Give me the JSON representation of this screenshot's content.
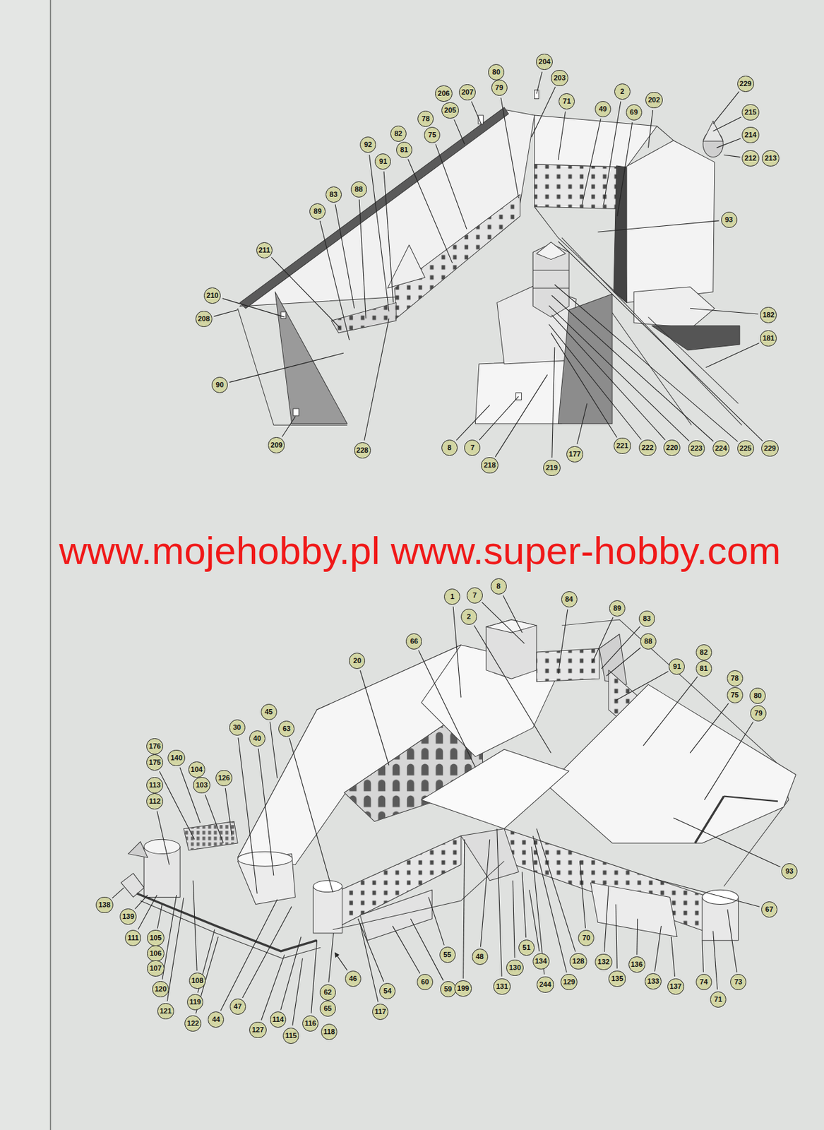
{
  "diagram": {
    "labels": [
      "204",
      "203",
      "80",
      "79",
      "206",
      "207",
      "205",
      "71",
      "2",
      "49",
      "69",
      "202",
      "229",
      "215",
      "214",
      "212",
      "213",
      "78",
      "75",
      "82",
      "81",
      "92",
      "91",
      "88",
      "83",
      "89",
      "211",
      "93",
      "210",
      "208",
      "90",
      "209",
      "228",
      "182",
      "181",
      "8",
      "7",
      "218",
      "219",
      "177",
      "221",
      "222",
      "220",
      "223",
      "224",
      "225",
      "229",
      "www.mojehobby.pl www.super-hobby.com",
      "1",
      "7",
      "8",
      "2",
      "84",
      "89",
      "83",
      "88",
      "91",
      "82",
      "81",
      "78",
      "75",
      "80",
      "79",
      "66",
      "20",
      "45",
      "30",
      "40",
      "63",
      "176",
      "175",
      "140",
      "104",
      "103",
      "126",
      "113",
      "112",
      "138",
      "139",
      "111",
      "105",
      "106",
      "107",
      "120",
      "121",
      "108",
      "119",
      "122",
      "44",
      "47",
      "127",
      "114",
      "115",
      "62",
      "65",
      "116",
      "118",
      "46",
      "117",
      "54",
      "60",
      "59",
      "55",
      "199",
      "48",
      "131",
      "130",
      "51",
      "134",
      "244",
      "129",
      "128",
      "70",
      "132",
      "135",
      "136",
      "133",
      "137",
      "74",
      "71",
      "73",
      "93",
      "67"
    ]
  }
}
